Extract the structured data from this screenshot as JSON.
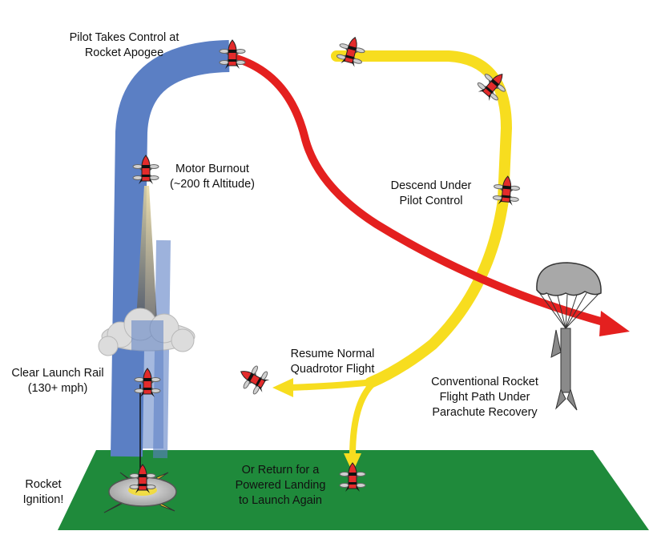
{
  "labels": {
    "apogee": [
      "Pilot Takes Control at",
      "Rocket Apogee"
    ],
    "burnout": [
      "Motor Burnout",
      "(~200 ft Altitude)"
    ],
    "descend": [
      "Descend Under",
      "Pilot Control"
    ],
    "resume": [
      "Resume Normal",
      "Quadrotor Flight"
    ],
    "conventional": [
      "Conventional Rocket",
      "Flight Path Under",
      "Parachute Recovery"
    ],
    "clear_rail": [
      "Clear Launch Rail",
      "(130+ mph)"
    ],
    "return": [
      "Or Return for a",
      "Powered Landing",
      "to Launch Again"
    ],
    "ignition": [
      "Rocket",
      "Ignition!"
    ]
  },
  "colors": {
    "ground": "#1f8a3b",
    "ascent_path": "#5b7fc4",
    "pilot_path": "#f7dd1f",
    "ballistic_path": "#e4201f",
    "parachute": "#a8a8a8",
    "rocket_body": "#e32b2b"
  },
  "icons": [
    "rocket-quadrotor-icon",
    "parachute-icon",
    "launch-pad-icon",
    "smoke-cloud-icon"
  ]
}
